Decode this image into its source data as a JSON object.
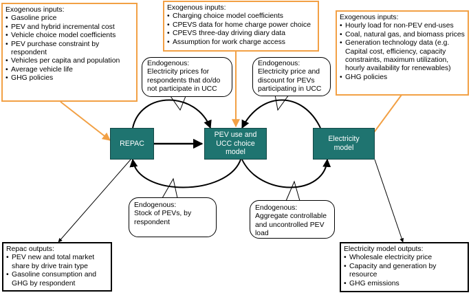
{
  "exogenous_left": {
    "title": "Exogenous inputs:",
    "items": [
      "Gasoline price",
      "PEV and hybrid incremental cost",
      "Vehicle choice model coefficients",
      "PEV purchase constraint by respondent",
      "Vehicles per capita and population",
      "Average vehicle life",
      "GHG policies"
    ]
  },
  "exogenous_center": {
    "title": "Exogenous inputs:",
    "items": [
      "Charging choice model coefficients",
      "CPEVS data for home charge power choice",
      "CPEVS three-day driving diary data",
      "Assumption for work charge access"
    ]
  },
  "exogenous_right": {
    "title": "Exogenous inputs:",
    "items": [
      "Hourly load for non-PEV end-uses",
      "Coal, natural gas, and biomass prices",
      "Generation technology data (e.g. Capital cost, efficiency, capacity constraints, maximum utilization, hourly availability for renewables)",
      "GHG policies"
    ]
  },
  "nodes": {
    "repac": "REPAC",
    "pev": "PEV use and UCC choice model",
    "electricity": "Electricity model"
  },
  "endogenous": {
    "top_left": {
      "title": "Endogenous:",
      "text": "Electricity prices for respondents that do/do not participate in UCC"
    },
    "top_right": {
      "title": "Endogenous:",
      "text": "Electricity price and discount for PEVs participating in UCC"
    },
    "bottom_left": {
      "title": "Endogenous:",
      "text": "Stock of PEVs, by respondent"
    },
    "bottom_right": {
      "title": "Endogenous:",
      "text": "Aggregate controllable and uncontrolled PEV load"
    }
  },
  "outputs_repac": {
    "title": "Repac outputs:",
    "items": [
      "PEV new and total market share by drive train type",
      "Gasoline consumption and GHG by respondent"
    ]
  },
  "outputs_electricity": {
    "title": "Electricity model outputs:",
    "items": [
      "Wholesale electricity price",
      "Capacity and generation by resource",
      "GHG emissions"
    ]
  },
  "colors": {
    "orange": "#f2a044",
    "teal": "#1f7470",
    "black": "#000000"
  }
}
